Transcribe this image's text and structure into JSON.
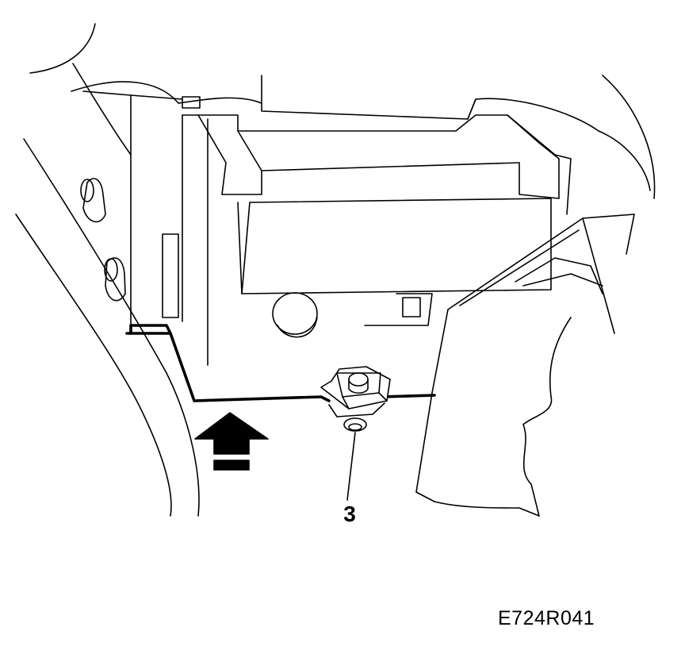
{
  "diagram": {
    "callouts": [
      {
        "label": "3",
        "target": "fastener-clip"
      }
    ],
    "arrow": {
      "direction": "up"
    },
    "figure_reference": "E724R041"
  }
}
